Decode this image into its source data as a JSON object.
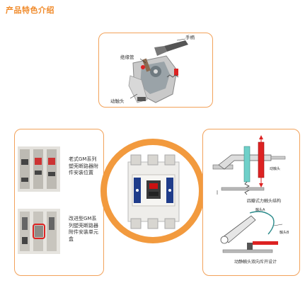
{
  "header": {
    "title": "产品特色介绍"
  },
  "top_panel": {
    "labels": {
      "handle": "手柄",
      "insulator": "绝缘管",
      "moving_contact": "动触头"
    }
  },
  "left_panel": {
    "old_note": "老式GM系列塑壳断路器附件安装位置",
    "new_note": "改进型GM系列塑壳断路器附件安装单元盒"
  },
  "right_panel": {
    "upper_caption": "四瓣式力触头结构",
    "lower_caption": "动静触头双向斥开设计",
    "small_labels": {
      "upper_right": "动触头",
      "lower_top": "触头A",
      "lower_mid": "触头B"
    }
  },
  "colors": {
    "accent": "#f08a2a",
    "border": "#f2a25a",
    "ring": "#f29a3e"
  }
}
